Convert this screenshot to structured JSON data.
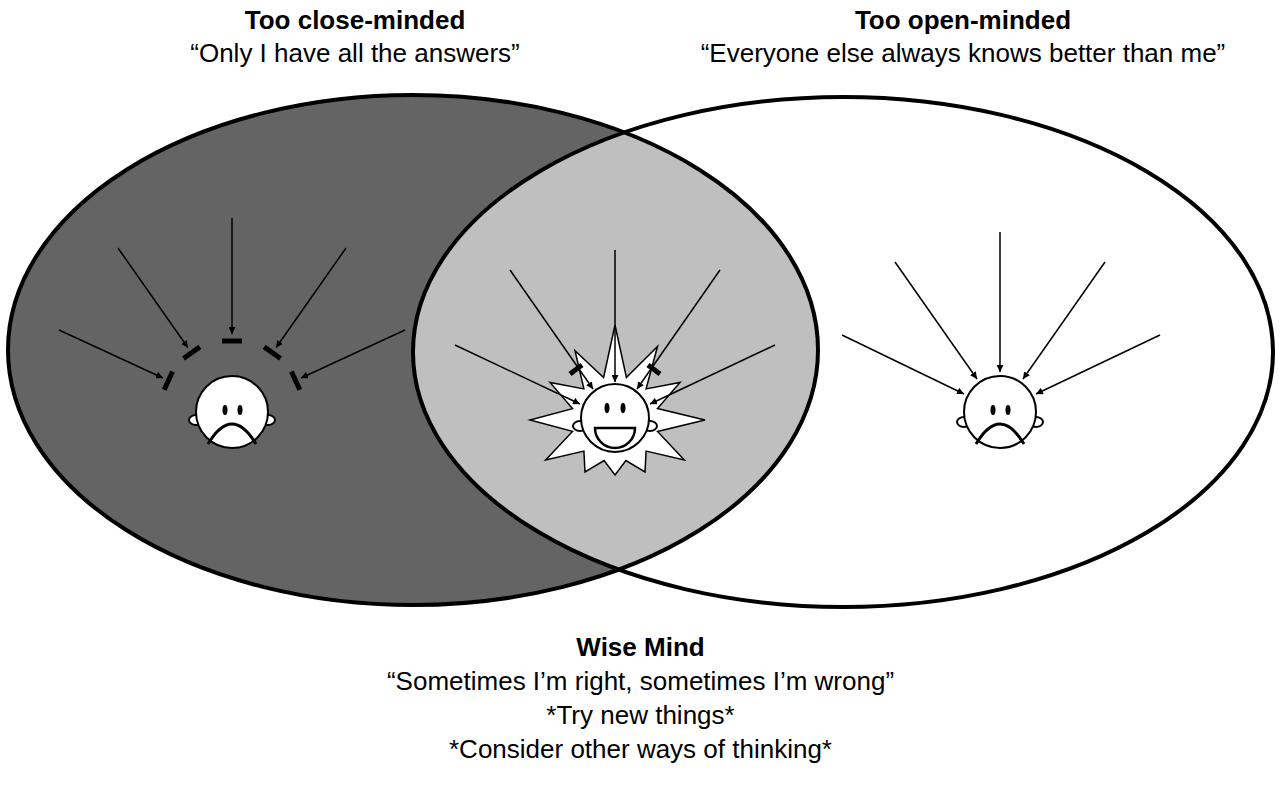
{
  "diagram": {
    "nodes": [
      {
        "text": [
          "Too close-minded",
          "“Only I have all the answers”"
        ]
      },
      {
        "text": [
          "Too open-minded",
          "“Everyone else always knows better than me”"
        ]
      }
    ],
    "labels": [
      "Wise Mind",
      "“Sometimes I’m right, sometimes I’m wrong”",
      "*Try new things*",
      "*Consider other ways of thinking*"
    ]
  }
}
